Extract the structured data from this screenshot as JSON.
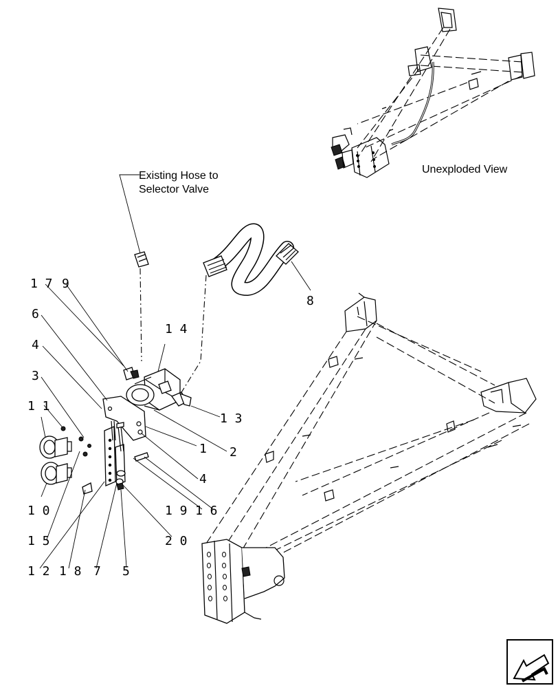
{
  "callouts": {
    "existing_hose": [
      "Existing Hose to",
      "Selector Valve"
    ],
    "unexploded_view": "Unexploded View"
  },
  "part_labels": {
    "p17": "1 7",
    "p9": "9",
    "p6": "6",
    "p14": "1 4",
    "p4a": "4",
    "p3": "3",
    "p11": "1 1",
    "p8": "8",
    "p13": "1 3",
    "p1": "1",
    "p2": "2",
    "p4b": "4",
    "p19": "1 9",
    "p16": "1 6",
    "p10": "1 0",
    "p15": "1 5",
    "p20": "2 0",
    "p12": "1 2",
    "p18": "1 8",
    "p7": "7",
    "p5": "5"
  },
  "nav_icon": "prev-page-arrow-icon"
}
